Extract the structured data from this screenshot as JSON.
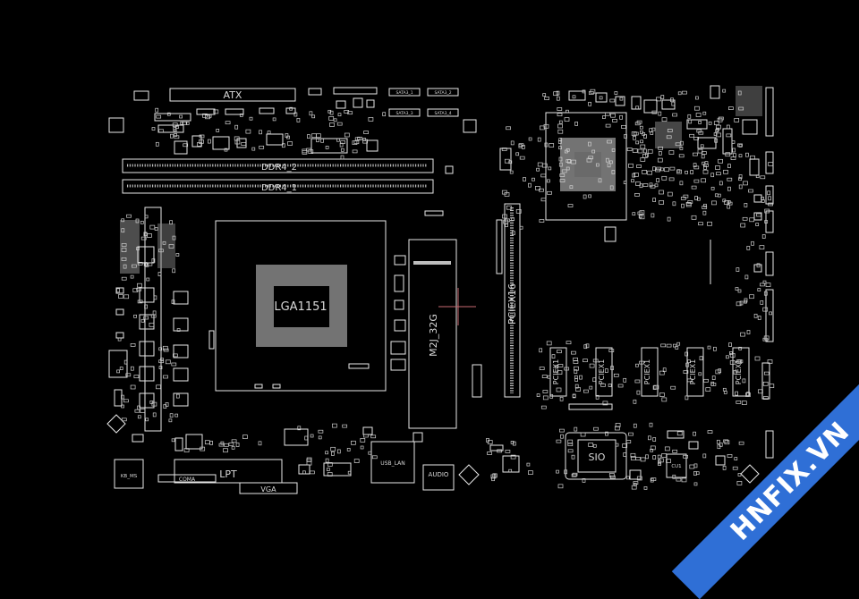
{
  "board": {
    "background": "#000000",
    "outline_color": "#e8e8e8",
    "labels": {
      "atx": "ATX",
      "ddr4_2": "DDR4_2",
      "ddr4_1": "DDR4_1",
      "cpu_socket": "LGA1151",
      "m2": "M2J_32G",
      "pcie16": "PCIEX16",
      "pcie_slots": [
        "PCIEX1",
        "PCIEX1",
        "PCIEX1",
        "PCIEX1",
        "PCIEX1"
      ],
      "lpt": "LPT",
      "vga": "VGA",
      "sio": "SIO",
      "audio": "AUDIO",
      "usb_lan": "USB_LAN",
      "sata": [
        "SATA3_1",
        "SATA3_2",
        "SATA3_3",
        "SATA3_4"
      ],
      "kb_ms": "KB_MS",
      "com": "COMA",
      "cu1": "CU1"
    },
    "cursor_color": "#c86a72"
  },
  "watermark": {
    "text": "HNFIX.VN",
    "color": "#2f6fd6",
    "x_color": "#e03a2f"
  }
}
